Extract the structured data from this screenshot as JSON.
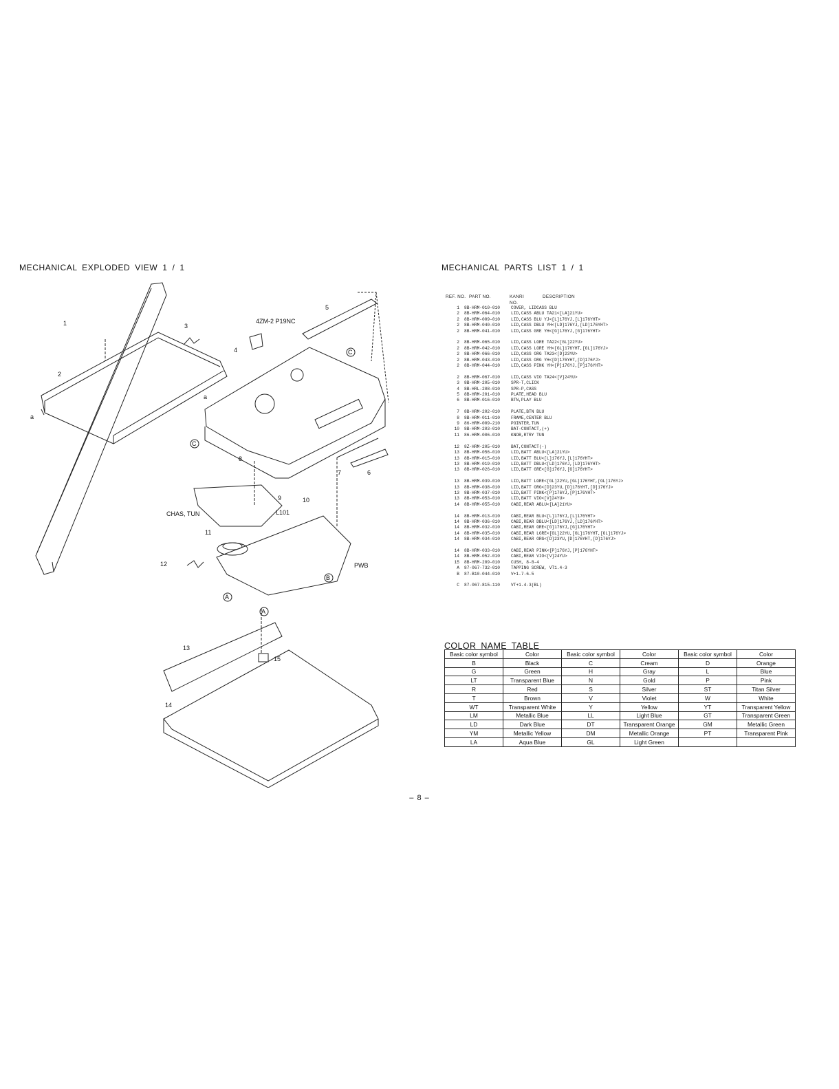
{
  "left_title": "MECHANICAL  EXPLODED  VIEW  1 / 1",
  "right_title": "MECHANICAL  PARTS  LIST  1 / 1",
  "diagram": {
    "labels": {
      "n1": "1",
      "n2": "2",
      "n3": "3",
      "n4": "4",
      "n5": "5",
      "n6": "6",
      "n7": "7",
      "n8": "8",
      "n9": "9",
      "n10": "10",
      "n11": "11",
      "n12": "12",
      "n13": "13",
      "n14": "14",
      "n15": "15",
      "motor": "4ZM-2 P19NC",
      "chas": "CHAS, TUN",
      "l101": "L101",
      "pwb": "PWB",
      "a1": "a",
      "a2": "a",
      "cA1": "A",
      "cA2": "A",
      "cB": "B",
      "cC1": "C",
      "cC2": "C"
    }
  },
  "parts_list": {
    "headers": {
      "ref": "REF. NO.",
      "part": "PART NO.",
      "kanri": "KANRI",
      "kanri_no": "NO.",
      "desc": "DESCRIPTION"
    },
    "rows": [
      {
        "ref": "1",
        "part": "8B-HRM-010-010",
        "desc": "COVER, LIDCASS BLU",
        "gap": false
      },
      {
        "ref": "2",
        "part": "8B-HRM-064-010",
        "desc": "LID,CASS ABLU TA21<[LA]21YU>",
        "gap": false
      },
      {
        "ref": "2",
        "part": "8B-HRM-009-010",
        "desc": "LID,CASS BLU YJ<[L]176YJ,[L]176YHT>",
        "gap": false
      },
      {
        "ref": "2",
        "part": "8B-HRM-040-010",
        "desc": "LID,CASS DBLU YH<[LD]176YJ,[LD]176YHT>",
        "gap": false
      },
      {
        "ref": "2",
        "part": "8B-HRM-041-010",
        "desc": "LID,CASS GRE YH<[G]176YJ,[G]176YHT>",
        "gap": false
      },
      {
        "ref": "2",
        "part": "8B-HRM-065-010",
        "desc": "LID,CASS LGRE TA22<[GL]22YU>",
        "gap": true
      },
      {
        "ref": "2",
        "part": "8B-HRM-042-010",
        "desc": "LID,CASS LGRE YH<[GL]176YHT,[GL]176YJ>",
        "gap": false
      },
      {
        "ref": "2",
        "part": "8B-HRM-066-010",
        "desc": "LID,CASS ORG TA23<[D]23YU>",
        "gap": false
      },
      {
        "ref": "2",
        "part": "8B-HRM-043-010",
        "desc": "LID,CASS ORG YH<[D]176YHT,[D]176YJ>",
        "gap": false
      },
      {
        "ref": "2",
        "part": "8B-HRM-044-010",
        "desc": "LID,CASS PINK YH<[P]176YJ,[P]176YHT>",
        "gap": false
      },
      {
        "ref": "2",
        "part": "8B-HRM-067-010",
        "desc": "LID,CASS VIO TA24<[V]24YU>",
        "gap": true
      },
      {
        "ref": "3",
        "part": "8B-HRM-205-010",
        "desc": "SPR-T,CLICK",
        "gap": false
      },
      {
        "ref": "4",
        "part": "8B-HRL-208-010",
        "desc": "SPR-P,CASS",
        "gap": false
      },
      {
        "ref": "5",
        "part": "8B-HRM-201-010",
        "desc": "PLATE,HEAD BLU",
        "gap": false
      },
      {
        "ref": "6",
        "part": "8B-HRM-016-010",
        "desc": "BTN,PLAY BLU",
        "gap": false
      },
      {
        "ref": "7",
        "part": "8B-HRM-202-010",
        "desc": "PLATE,BTN BLU",
        "gap": true
      },
      {
        "ref": "8",
        "part": "8B-HRM-011-010",
        "desc": "FRAME,CENTER BLU",
        "gap": false
      },
      {
        "ref": "9",
        "part": "86-HRM-009-210",
        "desc": "POINTER,TUN",
        "gap": false
      },
      {
        "ref": "10",
        "part": "8B-HRM-203-010",
        "desc": "BAT-CONTACT,(+)",
        "gap": false
      },
      {
        "ref": "11",
        "part": "86-HRM-006-010",
        "desc": "KNOB,RTRY TUN",
        "gap": false
      },
      {
        "ref": "12",
        "part": "8Z-HRM-205-010",
        "desc": "BAT,CONTACT(-)",
        "gap": true
      },
      {
        "ref": "13",
        "part": "8B-HRM-056-010",
        "desc": "LID,BATT ABLU<[LA]21YU>",
        "gap": false
      },
      {
        "ref": "13",
        "part": "8B-HRM-015-010",
        "desc": "LID,BATT BLU<[L]176YJ,[L]176YHT>",
        "gap": false
      },
      {
        "ref": "13",
        "part": "8B-HRM-019-010",
        "desc": "LID,BATT DBLU<[LD]176YJ,[LD]176YHT>",
        "gap": false
      },
      {
        "ref": "13",
        "part": "8B-HRM-026-010",
        "desc": "LID,BATT GRE<[G]176YJ,[G]176YHT>",
        "gap": false
      },
      {
        "ref": "13",
        "part": "8B-HRM-039-010",
        "desc": "LID,BATT LGRE<[GL]22YU,[GL]176YHT,[GL]176YJ>",
        "gap": true
      },
      {
        "ref": "13",
        "part": "8B-HRM-038-010",
        "desc": "LID,BATT ORG<[D]23YU,[D]176YHT,[D]176YJ>",
        "gap": false
      },
      {
        "ref": "13",
        "part": "8B-HRM-037-010",
        "desc": "LID,BATT PINK<[P]176YJ,[P]176YHT>",
        "gap": false
      },
      {
        "ref": "13",
        "part": "8B-HRM-053-010",
        "desc": "LID,BATT VIO<[V]24YU>",
        "gap": false
      },
      {
        "ref": "14",
        "part": "8B-HRM-055-010",
        "desc": "CABI,REAR ABLU<[LA]21YU>",
        "gap": false
      },
      {
        "ref": "14",
        "part": "8B-HRM-013-010",
        "desc": "CABI,REAR BLU<[L]176YJ,[L]176YHT>",
        "gap": true
      },
      {
        "ref": "14",
        "part": "8B-HRM-036-010",
        "desc": "CABI,REAR DBLU<[LD]176YJ,[LD]176YHT>",
        "gap": false
      },
      {
        "ref": "14",
        "part": "8B-HRM-032-010",
        "desc": "CABI,REAR GRE<[G]176YJ,[G]176YHT>",
        "gap": false
      },
      {
        "ref": "14",
        "part": "8B-HRM-035-010",
        "desc": "CABI,REAR LGRE<[GL]22YU,[GL]176YHT,[GL]176YJ>",
        "gap": false
      },
      {
        "ref": "14",
        "part": "8B-HRM-034-010",
        "desc": "CABI,REAR ORG<[D]23YU,[D]176YHT,[D]176YJ>",
        "gap": false
      },
      {
        "ref": "14",
        "part": "8B-HRM-033-010",
        "desc": "CABI,REAR PINK<[P]176YJ,[P]176YHT>",
        "gap": true
      },
      {
        "ref": "14",
        "part": "8B-HRM-052-010",
        "desc": "CABI,REAR VIO<[V]24YU>",
        "gap": false
      },
      {
        "ref": "15",
        "part": "8B-HRM-209-010",
        "desc": "CUSH, 8-8-4",
        "gap": false
      },
      {
        "ref": "A",
        "part": "87-067-732-010",
        "desc": "TAPPING SCREW, VT1.4-3",
        "gap": false
      },
      {
        "ref": "B",
        "part": "87-B10-044-010",
        "desc": "V+1.7-6.5",
        "gap": false
      },
      {
        "ref": "C",
        "part": "87-067-815-110",
        "desc": "VT+1.4-3(BL)",
        "gap": true
      }
    ]
  },
  "color_table": {
    "title": "COLOR  NAME  TABLE",
    "headers": [
      "Basic color symbol",
      "Color",
      "Basic color symbol",
      "Color",
      "Basic color symbol",
      "Color"
    ],
    "rows": [
      [
        "B",
        "Black",
        "C",
        "Cream",
        "D",
        "Orange"
      ],
      [
        "G",
        "Green",
        "H",
        "Gray",
        "L",
        "Blue"
      ],
      [
        "LT",
        "Transparent Blue",
        "N",
        "Gold",
        "P",
        "Pink"
      ],
      [
        "R",
        "Red",
        "S",
        "Silver",
        "ST",
        "Titan Silver"
      ],
      [
        "T",
        "Brown",
        "V",
        "Violet",
        "W",
        "White"
      ],
      [
        "WT",
        "Transparent White",
        "Y",
        "Yellow",
        "YT",
        "Transparent Yellow"
      ],
      [
        "LM",
        "Metallic Blue",
        "LL",
        "Light Blue",
        "GT",
        "Transparent Green"
      ],
      [
        "LD",
        "Dark Blue",
        "DT",
        "Transparent Orange",
        "GM",
        "Metallic Green"
      ],
      [
        "YM",
        "Metallic Yellow",
        "DM",
        "Metallic Orange",
        "PT",
        "Transparent Pink"
      ],
      [
        "LA",
        "Aqua Blue",
        "GL",
        "Light Green",
        "",
        ""
      ]
    ]
  },
  "page_number": "– 8 –"
}
